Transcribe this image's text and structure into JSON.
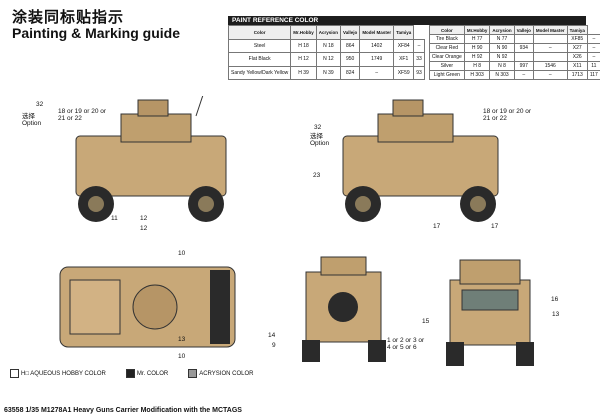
{
  "title_cn": "涂装同标贴指示",
  "title_en": "Painting & Marking guide",
  "footer": "63558 1/35 M1278A1 Heavy Guns Carrier Modification with the MCTAGS",
  "legend": {
    "aqueous": "H□ AQUEOUS HOBBY COLOR",
    "mr": "Mr. COLOR",
    "acrysion": "ACRYSION COLOR"
  },
  "table_banner": "PAINT  REFERENCE COLOR",
  "table_headers": [
    "Color",
    "Mr.Hobby",
    "Acrysion",
    "Vallejo",
    "Model Master",
    "Tamiya"
  ],
  "left_rows": [
    {
      "name": "Steel",
      "chip": "H 18",
      "mr": "N 18",
      "acry": "864",
      "vallejo": "1402",
      "mm": "XF84",
      "tamiya": "–"
    },
    {
      "name": "Flat Black",
      "chip": "H 12",
      "mr": "N 12",
      "acry": "950",
      "vallejo": "1749",
      "mm": "XF1",
      "tamiya": "33"
    },
    {
      "name": "Sandy Yellow/Dark Yellow",
      "chip": "H 39",
      "mr": "N 39",
      "acry": "824",
      "vallejo": "–",
      "mm": "XF59",
      "tamiya": "93"
    }
  ],
  "right_rows": [
    {
      "name": "Tire Black",
      "chip": "H 77",
      "mr": "N 77",
      "acry": "",
      "vallejo": "",
      "mm": "XF85",
      "tamiya": "–"
    },
    {
      "name": "Clear Red",
      "chip": "H 90",
      "mr": "N 90",
      "acry": "934",
      "vallejo": "–",
      "mm": "X27",
      "tamiya": "–"
    },
    {
      "name": "Clear Orange",
      "chip": "H 92",
      "mr": "N 92",
      "acry": "",
      "vallejo": "",
      "mm": "X26",
      "tamiya": "–"
    },
    {
      "name": "Silver",
      "chip": "H 8",
      "mr": "N 8",
      "acry": "997",
      "vallejo": "1546",
      "mm": "X11",
      "tamiya": "11"
    },
    {
      "name": "Light Green",
      "chip": "H 303",
      "mr": "N 303",
      "acry": "–",
      "vallejo": "–",
      "mm": "1713",
      "tamiya": "117"
    }
  ],
  "callouts": {
    "c32a": "32",
    "sel1": "选择\nOption",
    "c18a": "18 or 19 or 20 or\n21 or 22",
    "c32b": "32",
    "sel2": "选择\nOption",
    "c18b": "18 or 19 or 20 or\n21 or 22",
    "c23": "23",
    "c11": "11",
    "c12a": "12",
    "c12b": "12",
    "c17a": "17",
    "c17b": "17",
    "c10": "10",
    "c13": "13",
    "c14": "14",
    "c9": "9",
    "c10b": "10",
    "c15": "15",
    "c16": "16",
    "c1to6": "1 or 2 or 3 or\n4 or 5 or 6",
    "c13b": "13"
  }
}
